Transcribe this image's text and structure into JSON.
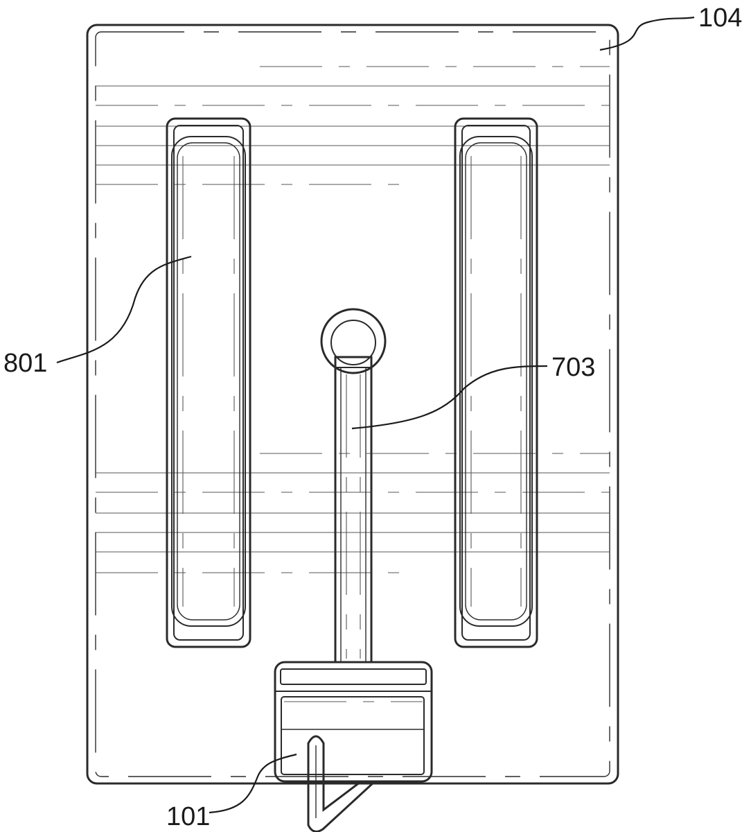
{
  "figure": {
    "labels": {
      "housing": "104",
      "grip_panel": "801",
      "connector_bar": "703",
      "hook_clip": "101"
    }
  }
}
